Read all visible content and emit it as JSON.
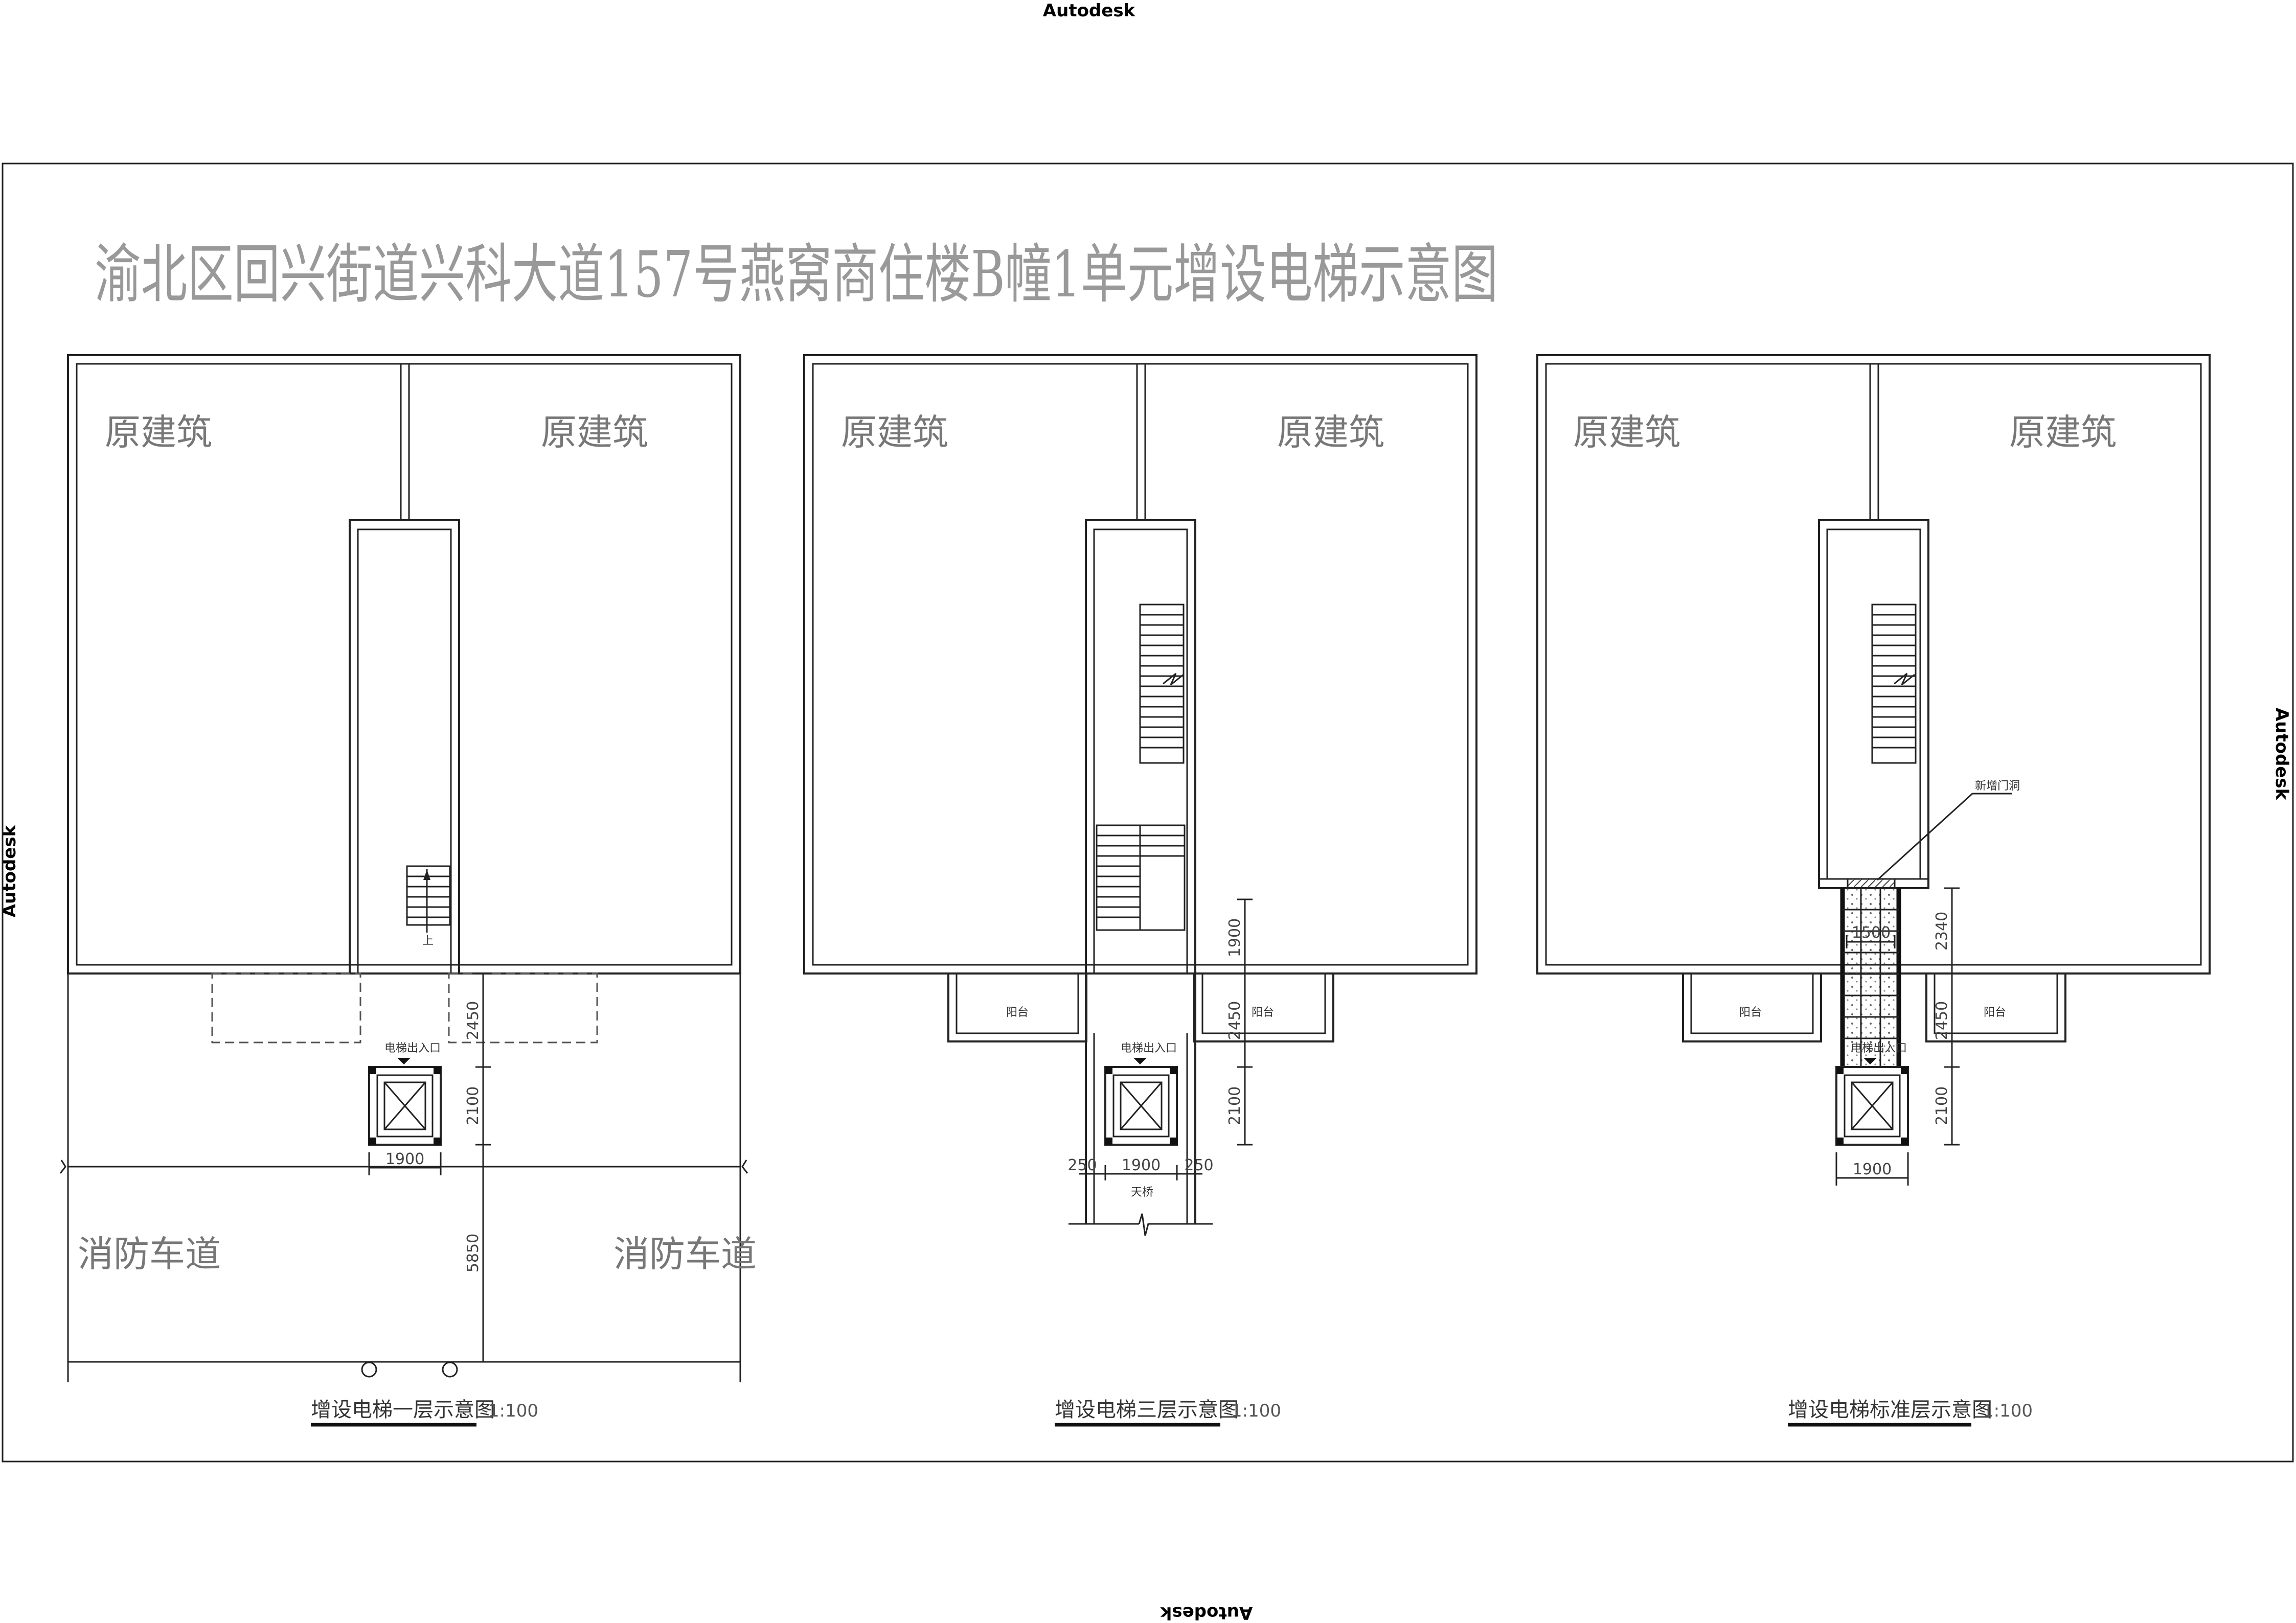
{
  "watermark": "Autodesk",
  "title": "渝北区回兴街道兴科大道157号燕窝商住楼B幢1单元增设电梯示意图",
  "labels": {
    "original_building": "原建筑",
    "fire_lane": "消防车道",
    "balcony": "阳台",
    "elevator_entrance": "电梯出入口",
    "bridge": "天桥",
    "new_door": "新增门洞",
    "up": "上"
  },
  "dimensions": {
    "d2450": "2450",
    "d2100": "2100",
    "d1900": "1900",
    "d5850": "5850",
    "d250": "250",
    "d2340": "2340",
    "d1500": "1500"
  },
  "panels": [
    {
      "caption": "增设电梯一层示意图",
      "scale": "1:100"
    },
    {
      "caption": "增设电梯三层示意图",
      "scale": "1:100"
    },
    {
      "caption": "增设电梯标准层示意图",
      "scale": "1:100"
    }
  ]
}
